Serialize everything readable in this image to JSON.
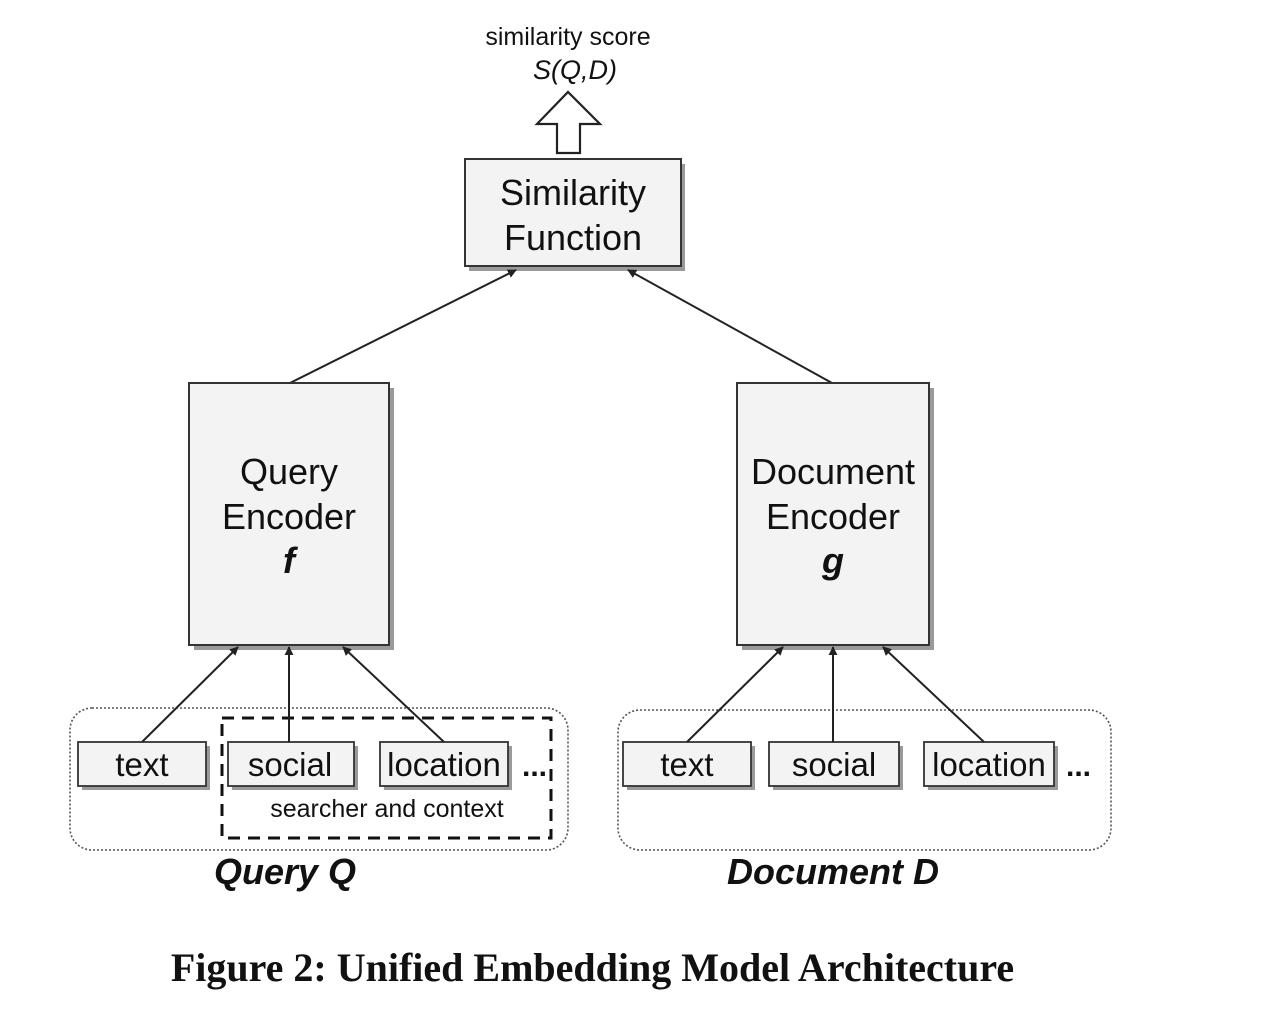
{
  "output": {
    "label": "similarity score",
    "formula": "S(Q,D)"
  },
  "similarity_function": {
    "line1": "Similarity",
    "line2": "Function"
  },
  "query_encoder": {
    "line1": "Query",
    "line2": "Encoder",
    "symbol": "f"
  },
  "document_encoder": {
    "line1": "Document",
    "line2": "Encoder",
    "symbol": "g"
  },
  "query_group": {
    "label": "Query Q",
    "fields": [
      "text",
      "social",
      "location"
    ],
    "ellipsis": "...",
    "context_label": "searcher and context"
  },
  "document_group": {
    "label": "Document D",
    "fields": [
      "text",
      "social",
      "location"
    ],
    "ellipsis": "..."
  },
  "caption": "Figure 2: Unified Embedding Model Architecture"
}
